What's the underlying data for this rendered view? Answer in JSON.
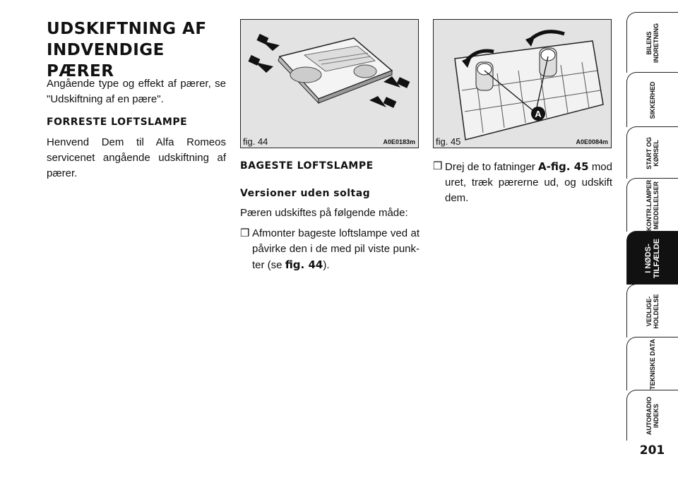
{
  "left": {
    "title_line1": "UDSKIFTNING AF",
    "title_line2": "INDVENDIGE PÆRER",
    "intro": "Angående type og effekt af pærer, se \"Udskiftning af en pære\".",
    "front_heading": "FORRESTE LOFTSLAMPE",
    "front_text": "Henvend Dem til Alfa Romeos servicenet angående udskiftning af pærer."
  },
  "middle": {
    "fig_caption": "fig. 44",
    "fig_code": "A0E0183m",
    "rear_heading": "BAGESTE LOFTSLAMPE",
    "version_heading": "Versioner uden soltag",
    "text": "Pæren udskiftes på følgende måde:",
    "bullet_box": "❒",
    "bullet_text": "Afmonter bageste loftslampe ved at påvirke den i de med pil viste punk-ter (se ",
    "bullet_ref": "fig. 44",
    "bullet_end": ")."
  },
  "right": {
    "fig_caption": "fig. 45",
    "fig_code": "A0E0084m",
    "callout": "A",
    "bullet_box": "❒",
    "bullet_pre": "Drej de to fatninger ",
    "bullet_ref": "A-fig. 45",
    "bullet_text": " mod uret, træk pærerne ud, og udskift dem."
  },
  "tabs": [
    {
      "label": "BILENS\nINDRETNING",
      "active": false
    },
    {
      "label": "SIKKERHED",
      "active": false
    },
    {
      "label": "START OG\nKØRSEL",
      "active": false
    },
    {
      "label": "KONTR.LAMPER\nMEDDELELSER",
      "active": false
    },
    {
      "label": "I NØDS-\nTILFÆLDE",
      "active": true
    },
    {
      "label": "VEDLIGE-\nHOLDELSE",
      "active": false
    },
    {
      "label": "TEKNISKE DATA",
      "active": false
    },
    {
      "label": "AUTORADIO\nINDEKS",
      "active": false
    }
  ],
  "page_number": "201"
}
